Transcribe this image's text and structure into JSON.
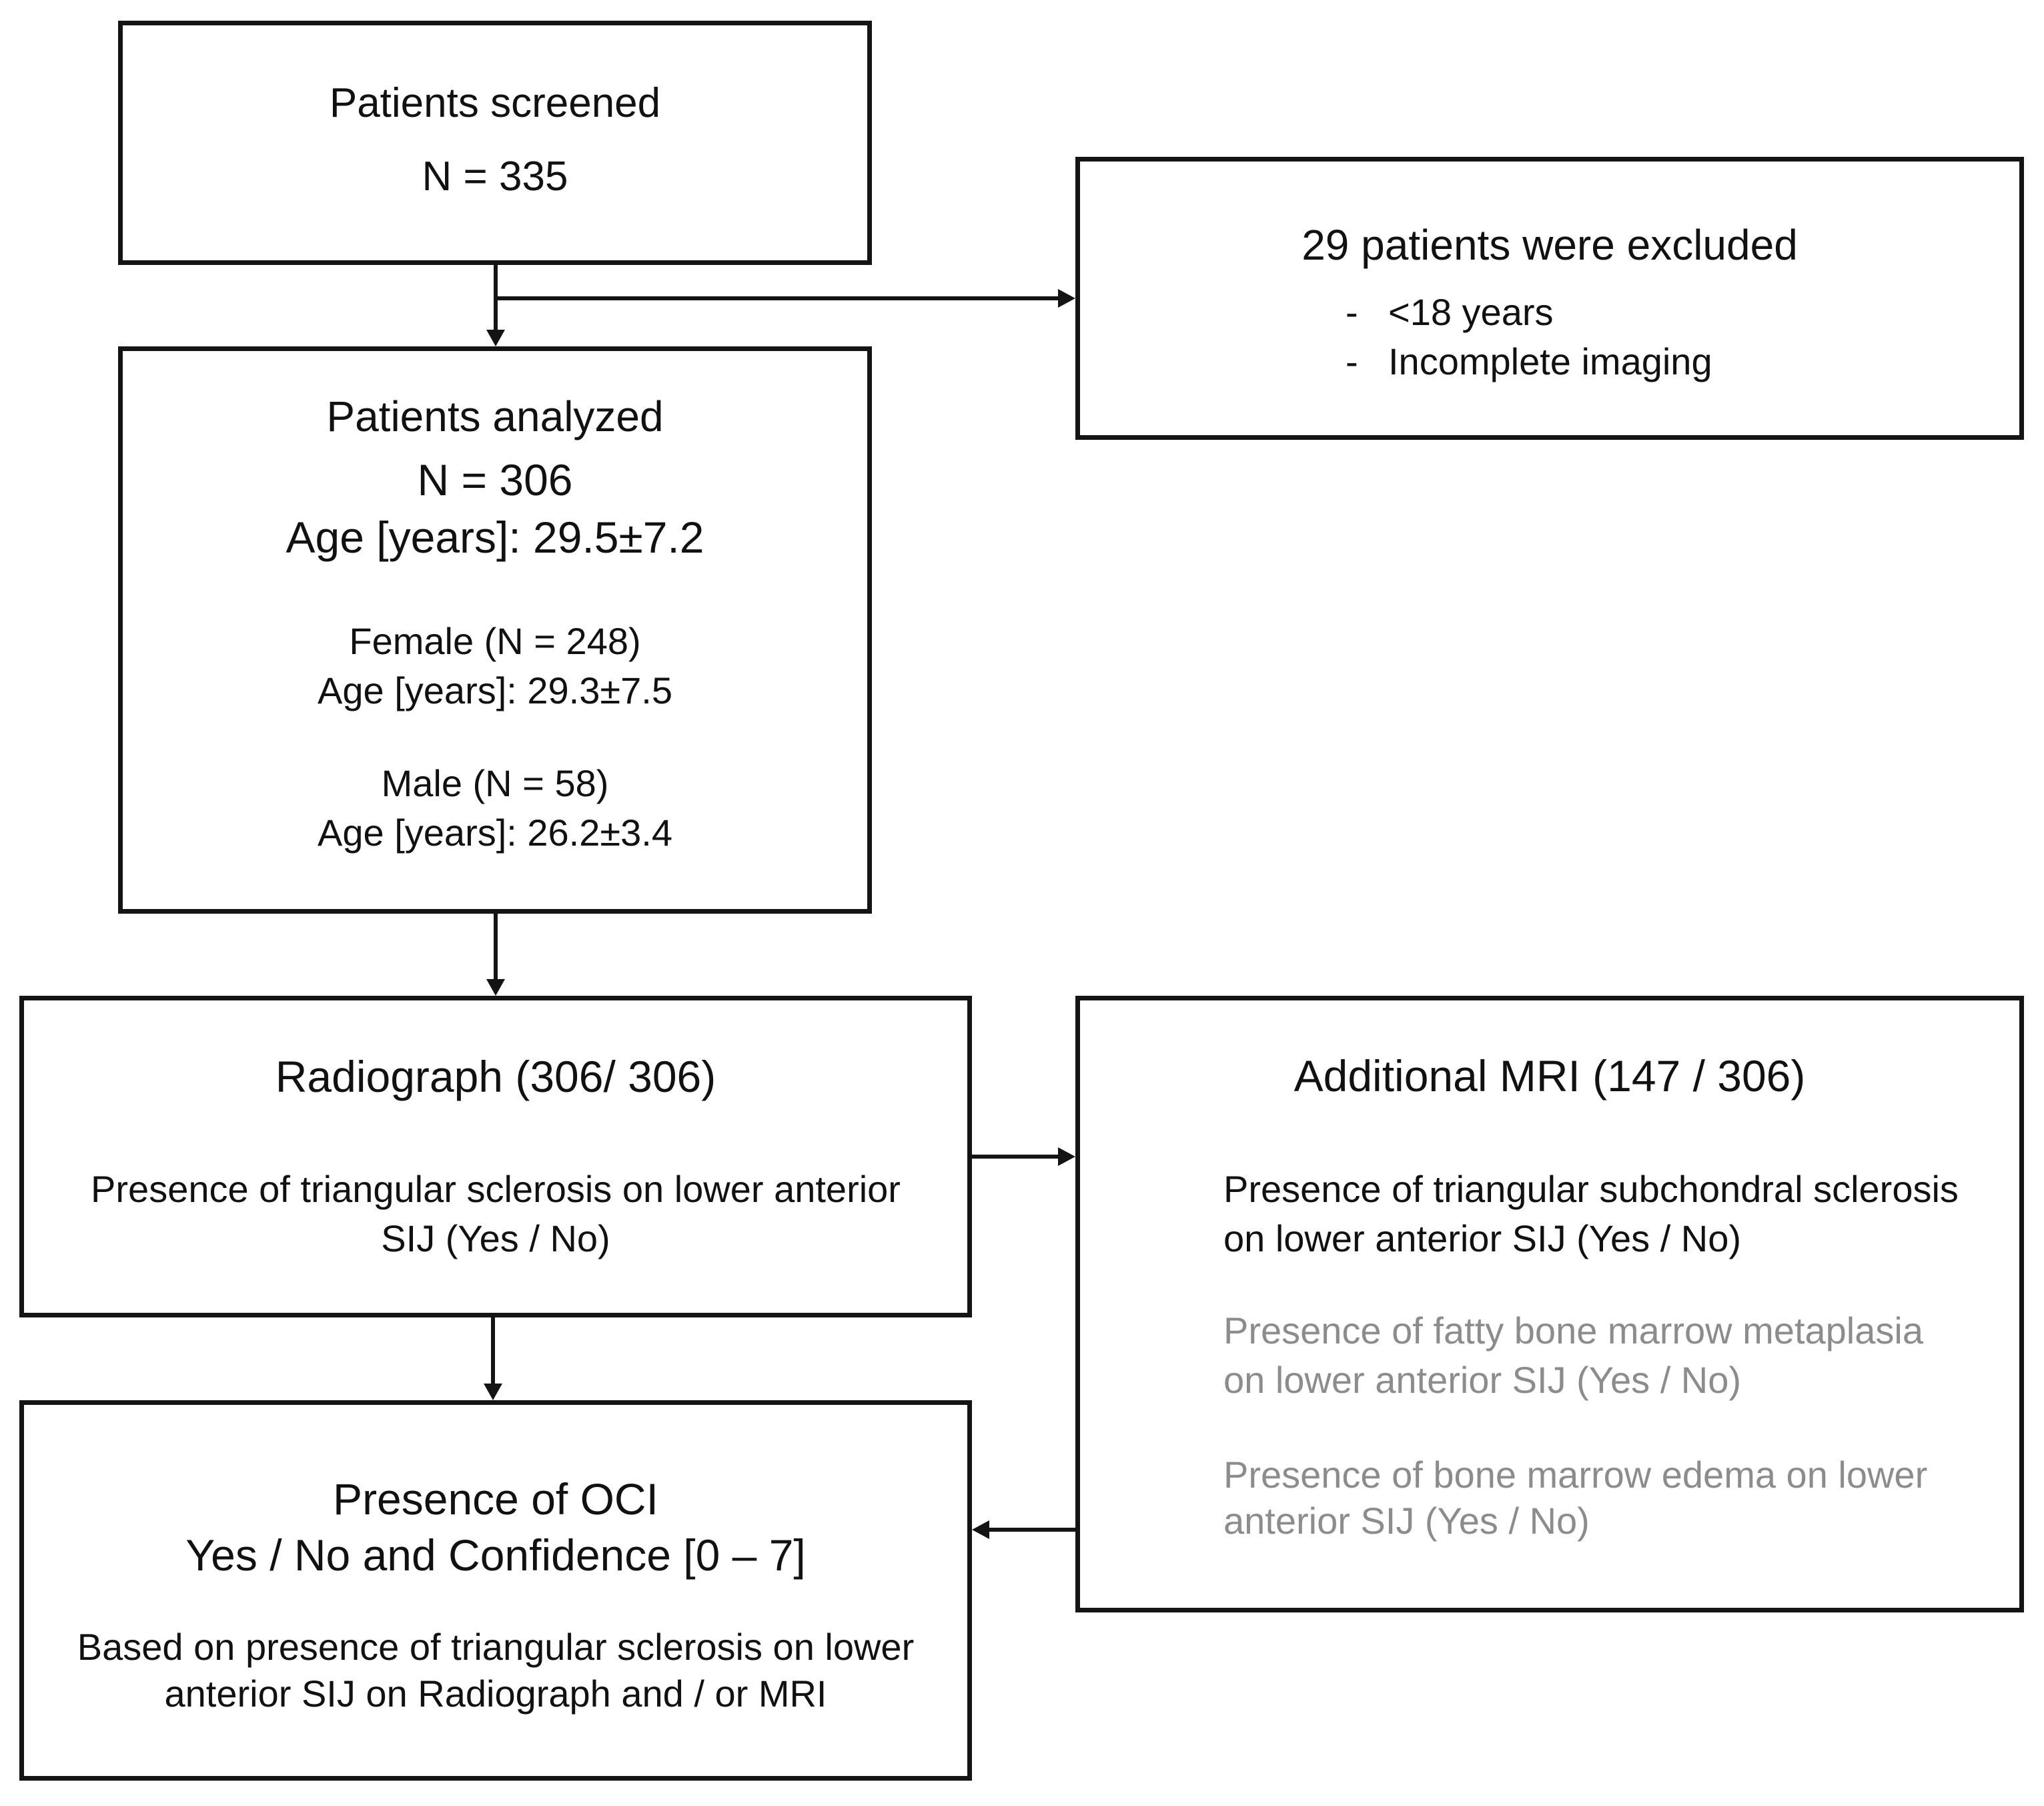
{
  "colors": {
    "border": "#141414",
    "text": "#111111",
    "muted_text": "#8c8c8c",
    "background": "#ffffff"
  },
  "screened": {
    "title": "Patients screened",
    "n": "N = 335"
  },
  "excluded": {
    "title": "29 patients were excluded",
    "reasons": [
      {
        "bullet": "-",
        "text": "<18 years"
      },
      {
        "bullet": "-",
        "text": "Incomplete imaging"
      }
    ]
  },
  "analyzed": {
    "title": "Patients analyzed",
    "n": "N = 306",
    "age": "Age [years]: 29.5±7.2",
    "female_n": "Female (N = 248)",
    "female_age": "Age [years]: 29.3±7.5",
    "male_n": "Male (N = 58)",
    "male_age": "Age [years]: 26.2±3.4"
  },
  "radiograph": {
    "title": "Radiograph (306/ 306)",
    "line1": "Presence of triangular sclerosis on lower anterior",
    "line2": "SIJ (Yes / No)"
  },
  "mri": {
    "title": "Additional MRI (147 / 306)",
    "item1_line1": "Presence of triangular subchondral sclerosis",
    "item1_line2": "on lower anterior SIJ (Yes / No)",
    "item2_line1": "Presence of fatty bone marrow metaplasia",
    "item2_line2": "on lower anterior SIJ (Yes / No)",
    "item3_line1": "Presence of bone marrow edema on lower",
    "item3_line2": "anterior SIJ (Yes / No)"
  },
  "oci": {
    "title": "Presence of OCI",
    "subtitle": "Yes / No and Confidence [0 – 7]",
    "line1": "Based on presence of triangular sclerosis on lower",
    "line2": "anterior SIJ on Radiograph and / or MRI"
  }
}
